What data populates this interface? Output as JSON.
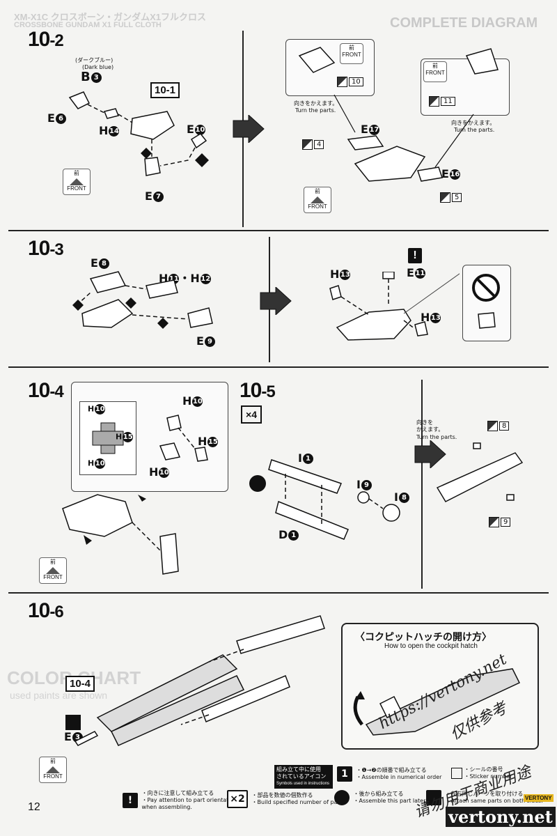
{
  "page_number": "12",
  "front_label": "FRONT",
  "front_jp": "前",
  "turn_jp": "向きをかえます。",
  "turn_en": "Turn the parts.",
  "turn_jp_split": [
    "向きを",
    "かえます。"
  ],
  "steps": {
    "s10_2": {
      "main": "10",
      "sub": "-2"
    },
    "s10_3": {
      "main": "10",
      "sub": "-3"
    },
    "s10_4": {
      "main": "10",
      "sub": "-4"
    },
    "s10_5": {
      "main": "10",
      "sub": "-5"
    },
    "s10_6": {
      "main": "10",
      "sub": "-6"
    }
  },
  "parts": {
    "b3_note_jp": "(ダークブルー)",
    "b3_note_en": "(Dark blue)",
    "b": "B",
    "b_n": "3",
    "e": "E",
    "h": "H",
    "i": "I",
    "d": "D",
    "e6": "6",
    "h14": "14",
    "e10": "10",
    "e7": "7",
    "e17": "17",
    "e16": "16",
    "e8": "8",
    "e9": "9",
    "h11": "11",
    "h12": "12",
    "h13": "13",
    "e11": "11",
    "h10": "10",
    "h15": "15",
    "i1": "1",
    "i9": "9",
    "i8": "8",
    "d1": "1",
    "e3": "3",
    "hdot": "・"
  },
  "ref_10_1": "10-1",
  "ref_10_4": "10-4",
  "x4": "×4",
  "stickers": [
    "10",
    "11",
    "4",
    "5",
    "8",
    "9"
  ],
  "cockpit": {
    "title_jp": "〈コクピットハッチの開け方〉",
    "title_en": "How to open the cockpit hatch"
  },
  "legend": {
    "header_jp": [
      "組み立て中に使用",
      "されているアイコン"
    ],
    "header_en": "Symbols used in instructions",
    "order_jp": "・❶→❷の順番で組み立てる",
    "order_en": "・Assemble in numerical order",
    "sticker_jp": "・シールの番号",
    "sticker_en": "・Sticker number",
    "orient_jp": "・向きに注意して組み立てる",
    "orient_en1": "・Pay attention to part orientation",
    "orient_en2": "when assembling.",
    "count_icon": "×2",
    "count_jp": "・部品を数値の個数作る",
    "count_en": "・Build specified number of parts.",
    "back_jp": "・後から組み立てる",
    "back_en": "・Assemble this part later.",
    "same_jp": "・左右同じパーツを取り付ける",
    "same_en": "・Attach same parts on both sides.",
    "order_icon": "1",
    "orient_icon": "!"
  },
  "watermark": {
    "url": "https://vertony.net",
    "cn1": "仅供参考",
    "cn2": "请勿用于商业用途",
    "site": "vertony.net",
    "brand": "VERTONY"
  },
  "bg_text_top": "XM-X1C クロスボーン・ガンダムX1フルクロス",
  "bg_text_top2": "CROSSBONE GUNDAM X1 FULL CLOTH",
  "bg_text_right": "COMPLETE DIAGRAM",
  "bg_text_color": "COLOR CHART",
  "bg_text_used": "used paints are shown"
}
